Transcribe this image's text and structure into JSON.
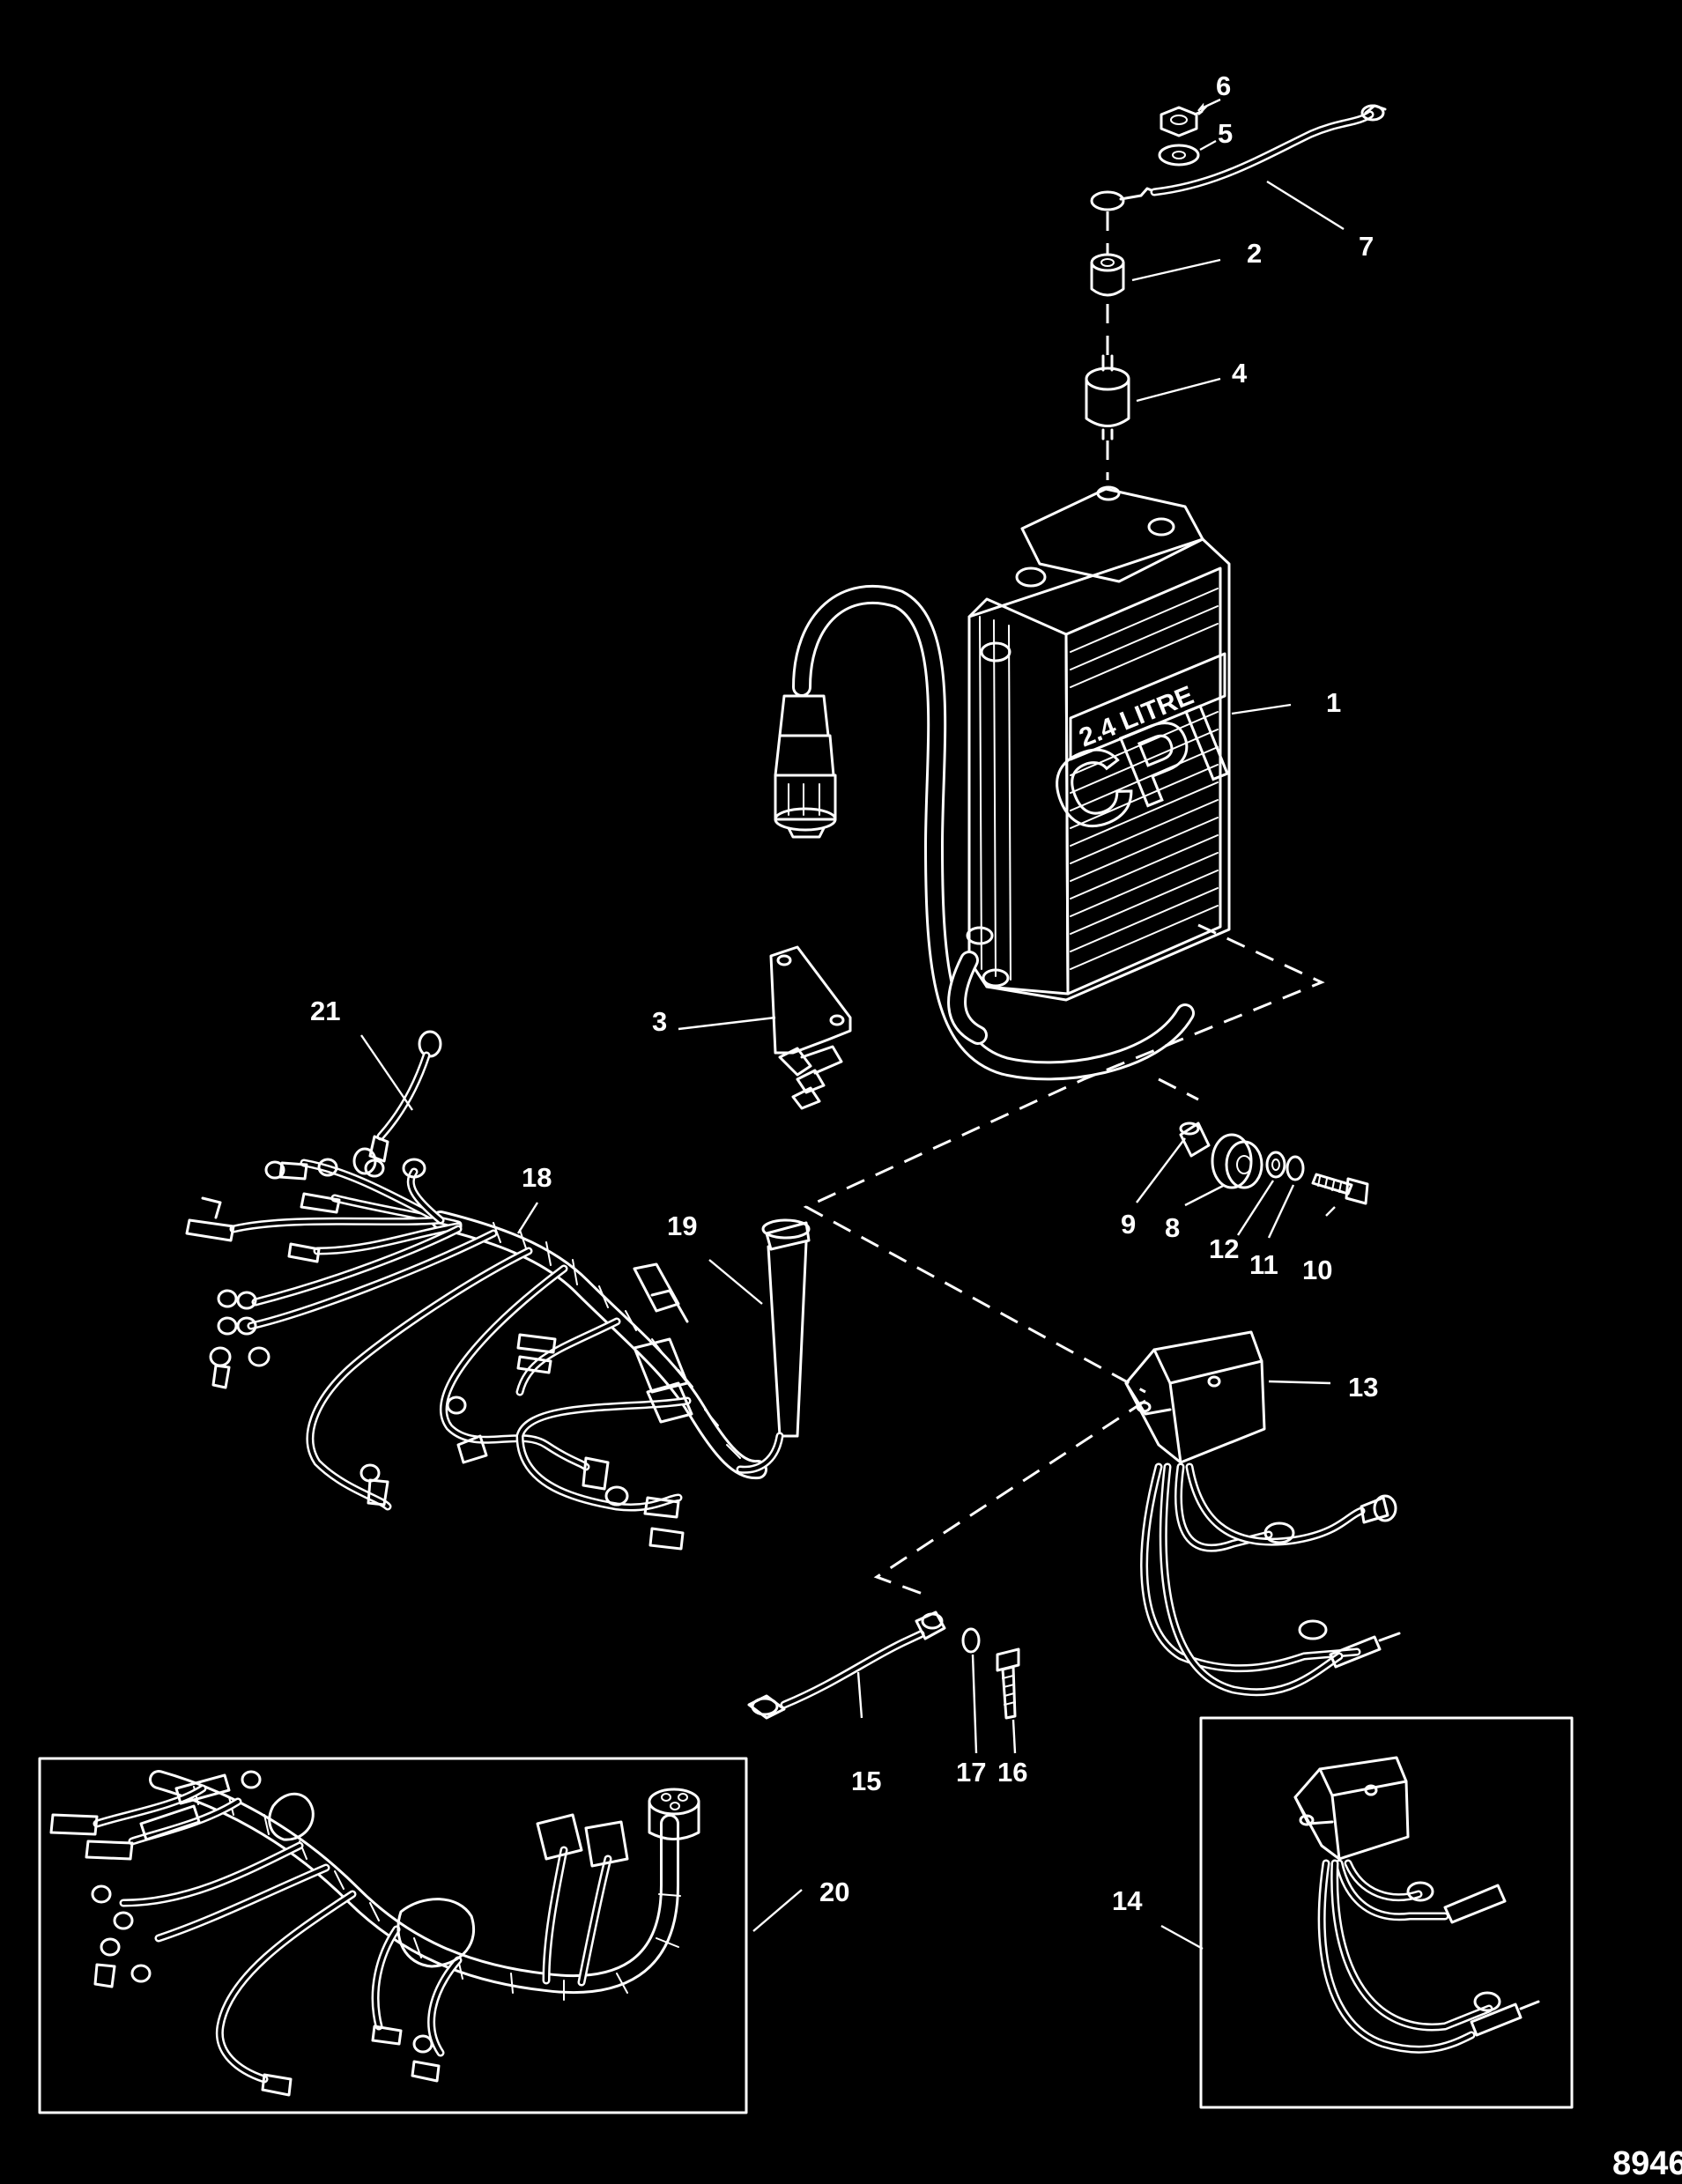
{
  "diagram": {
    "drawing_id": "8946",
    "module_label_line1": "2.4 LITRE",
    "module_label_line2": "CPI",
    "callouts": {
      "c1": "1",
      "c2": "2",
      "c3": "3",
      "c4": "4",
      "c5": "5",
      "c6": "6",
      "c7": "7",
      "c8": "8",
      "c9": "9",
      "c10": "10",
      "c11": "11",
      "c12": "12",
      "c13": "13",
      "c14": "14",
      "c15": "15",
      "c16": "16",
      "c17": "17",
      "c18": "18",
      "c19": "19",
      "c20": "20",
      "c21": "21"
    },
    "colors": {
      "background": "#000000",
      "linework": "#ffffff"
    }
  }
}
